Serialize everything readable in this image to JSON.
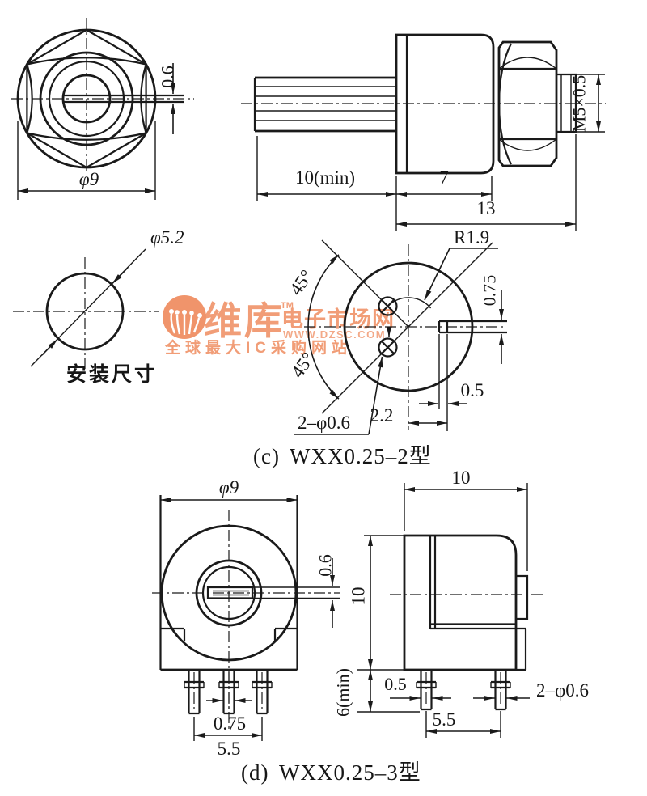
{
  "page": {
    "background": "#ffffff",
    "ink": "#1a1a1a"
  },
  "watermark": {
    "brand": "维库",
    "tm": "TM",
    "market": "电子市场网",
    "url": "WWW.DZSC.COM",
    "slogan": "全球最大IC采购网站",
    "color": "#ef8c5f"
  },
  "views": {
    "type_c": {
      "caption_label": "(c)",
      "caption_title": "WXX0.25–2型",
      "front": {
        "dim_slot": "0.6",
        "dim_dia": "φ9"
      },
      "side": {
        "dim_shaft": "10(min)",
        "dim_body": "7",
        "dim_total": "13",
        "dim_thread": "M5×0.5"
      },
      "mount": {
        "dim_hole": "φ5.2",
        "label": "安装尺寸"
      },
      "rear": {
        "dim_angle_top": "45°",
        "dim_angle_bottom": "45°",
        "dim_radius": "R1.9",
        "dim_tab_h": "0.75",
        "dim_tab_w": "0.5",
        "dim_offset": "2.2",
        "dim_holes": "2–φ0.6"
      }
    },
    "type_d": {
      "caption_label": "(d)",
      "caption_title": "WXX0.25–3型",
      "front": {
        "dim_dia": "φ9",
        "dim_slot": "0.6",
        "dim_pin_w": "0.75",
        "dim_span": "5.5"
      },
      "side": {
        "dim_width": "10",
        "dim_height": "10",
        "dim_pin_len": "6(min)",
        "dim_pin_dia": "0.5",
        "dim_holes": "2–φ0.6",
        "dim_span": "5.5"
      }
    }
  }
}
